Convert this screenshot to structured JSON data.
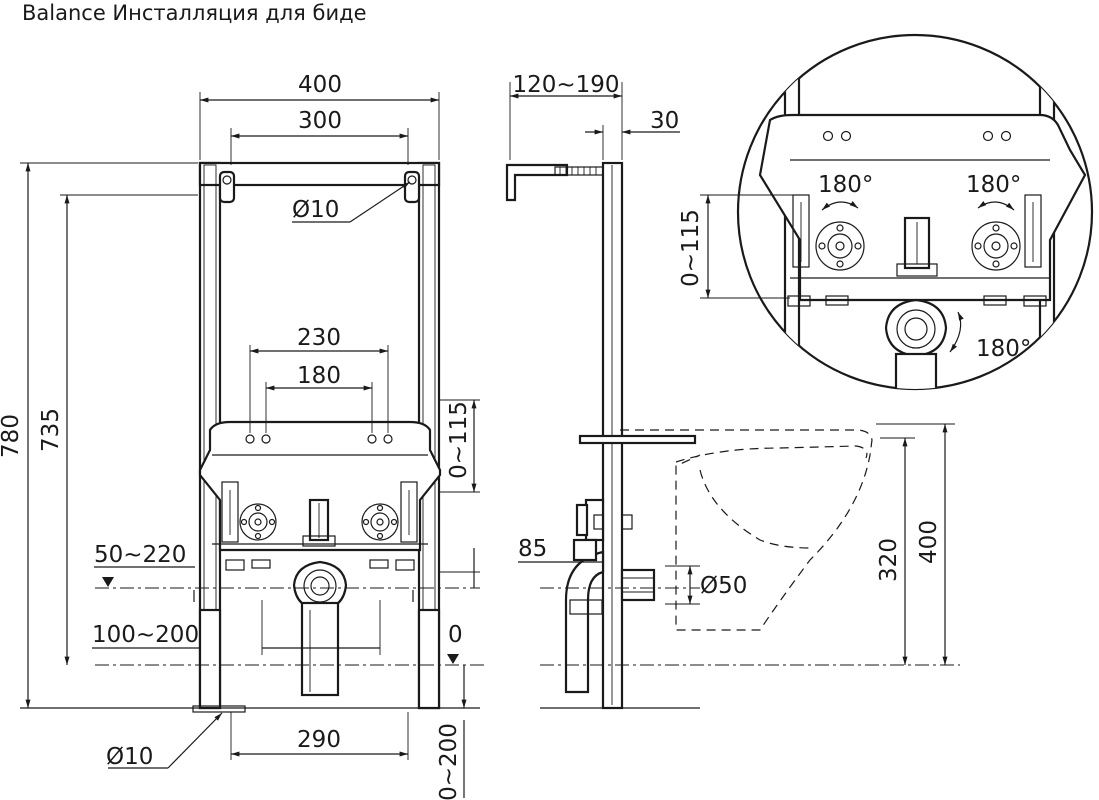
{
  "title": "Balance Инсталляция для биде",
  "dimensions": {
    "width_400": "400",
    "width_300": "300",
    "mount_hole": "Ø10",
    "height_780": "780",
    "height_735": "735",
    "spacing_230": "230",
    "spacing_180": "180",
    "adj_0_115": "0~115",
    "adj_50_220": "50~220",
    "adj_100_200": "100~200",
    "floor_0": "0",
    "foot_hole": "Ø10",
    "foot_290": "290",
    "leg_0_200": "0~200",
    "depth_120_190": "120~190",
    "depth_30": "30",
    "side_85": "85",
    "drain_50": "Ø50",
    "height_320": "320",
    "height_400": "400",
    "detail_adj_0_115": "0~115",
    "rot_left": "180°",
    "rot_right": "180°",
    "rot_drain": "180°"
  }
}
